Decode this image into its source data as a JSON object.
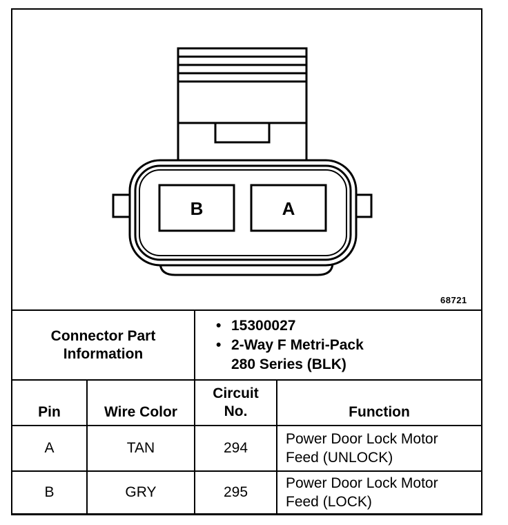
{
  "figure_id": "68721",
  "connector": {
    "cavities": [
      "B",
      "A"
    ]
  },
  "part_info": {
    "label_line1": "Connector Part",
    "label_line2": "Information",
    "part_number": "15300027",
    "description_line1": "2-Way F Metri-Pack",
    "description_line2": "280 Series (BLK)"
  },
  "table": {
    "headers": {
      "pin": "Pin",
      "wire_color": "Wire Color",
      "circuit_line1": "Circuit",
      "circuit_line2": "No.",
      "function": "Function"
    },
    "rows": [
      {
        "pin": "A",
        "wire_color": "TAN",
        "circuit": "294",
        "function_line1": "Power Door Lock Motor",
        "function_line2": "Feed (UNLOCK)"
      },
      {
        "pin": "B",
        "wire_color": "GRY",
        "circuit": "295",
        "function_line1": "Power Door Lock Motor",
        "function_line2": "Feed (LOCK)"
      }
    ]
  }
}
